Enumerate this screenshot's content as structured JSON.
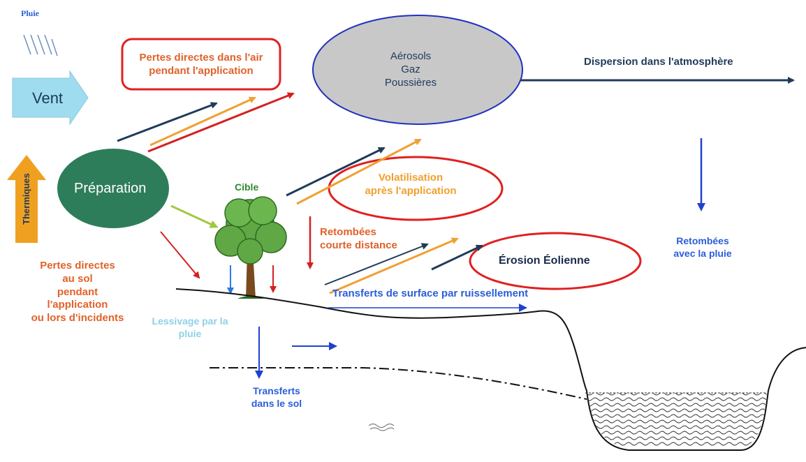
{
  "labels": {
    "pluie": "Pluie",
    "vent": "Vent",
    "thermiques": "Thermiques",
    "preparation": "Préparation",
    "cible": "Cible",
    "pertes_air": "Pertes directes dans l'air\npendant l'application",
    "aerosols": "Aérosols\nGaz\nPoussières",
    "dispersion": "Dispersion  dans l'atmosphère",
    "volatilisation": "Volatilisation\naprès l'application",
    "retombees_courte": "Retombées\ncourte distance",
    "erosion": "Érosion Éolienne",
    "retombees_pluie": "Retombées\navec la pluie",
    "pertes_sol": "Pertes directes\nau sol\npendant\nl'application\nou lors d'incidents",
    "lessivage": "Lessivage par la\npluie",
    "transferts_surface": "Transferts de surface par ruissellement",
    "transferts_sol": "Transferts\ndans le sol"
  },
  "colors": {
    "navy": "#1f3b5a",
    "orange": "#f0a030",
    "red": "#d42020",
    "blue": "#2040d0",
    "green_ellipse": "#2e7d5a",
    "gray_ellipse": "#c8c8c8",
    "ellipse_border_blue": "#2030c0",
    "vent_arrow": "#9fdcf0",
    "thermiques_arrow": "#f0a020",
    "lime": "#a0c840"
  }
}
